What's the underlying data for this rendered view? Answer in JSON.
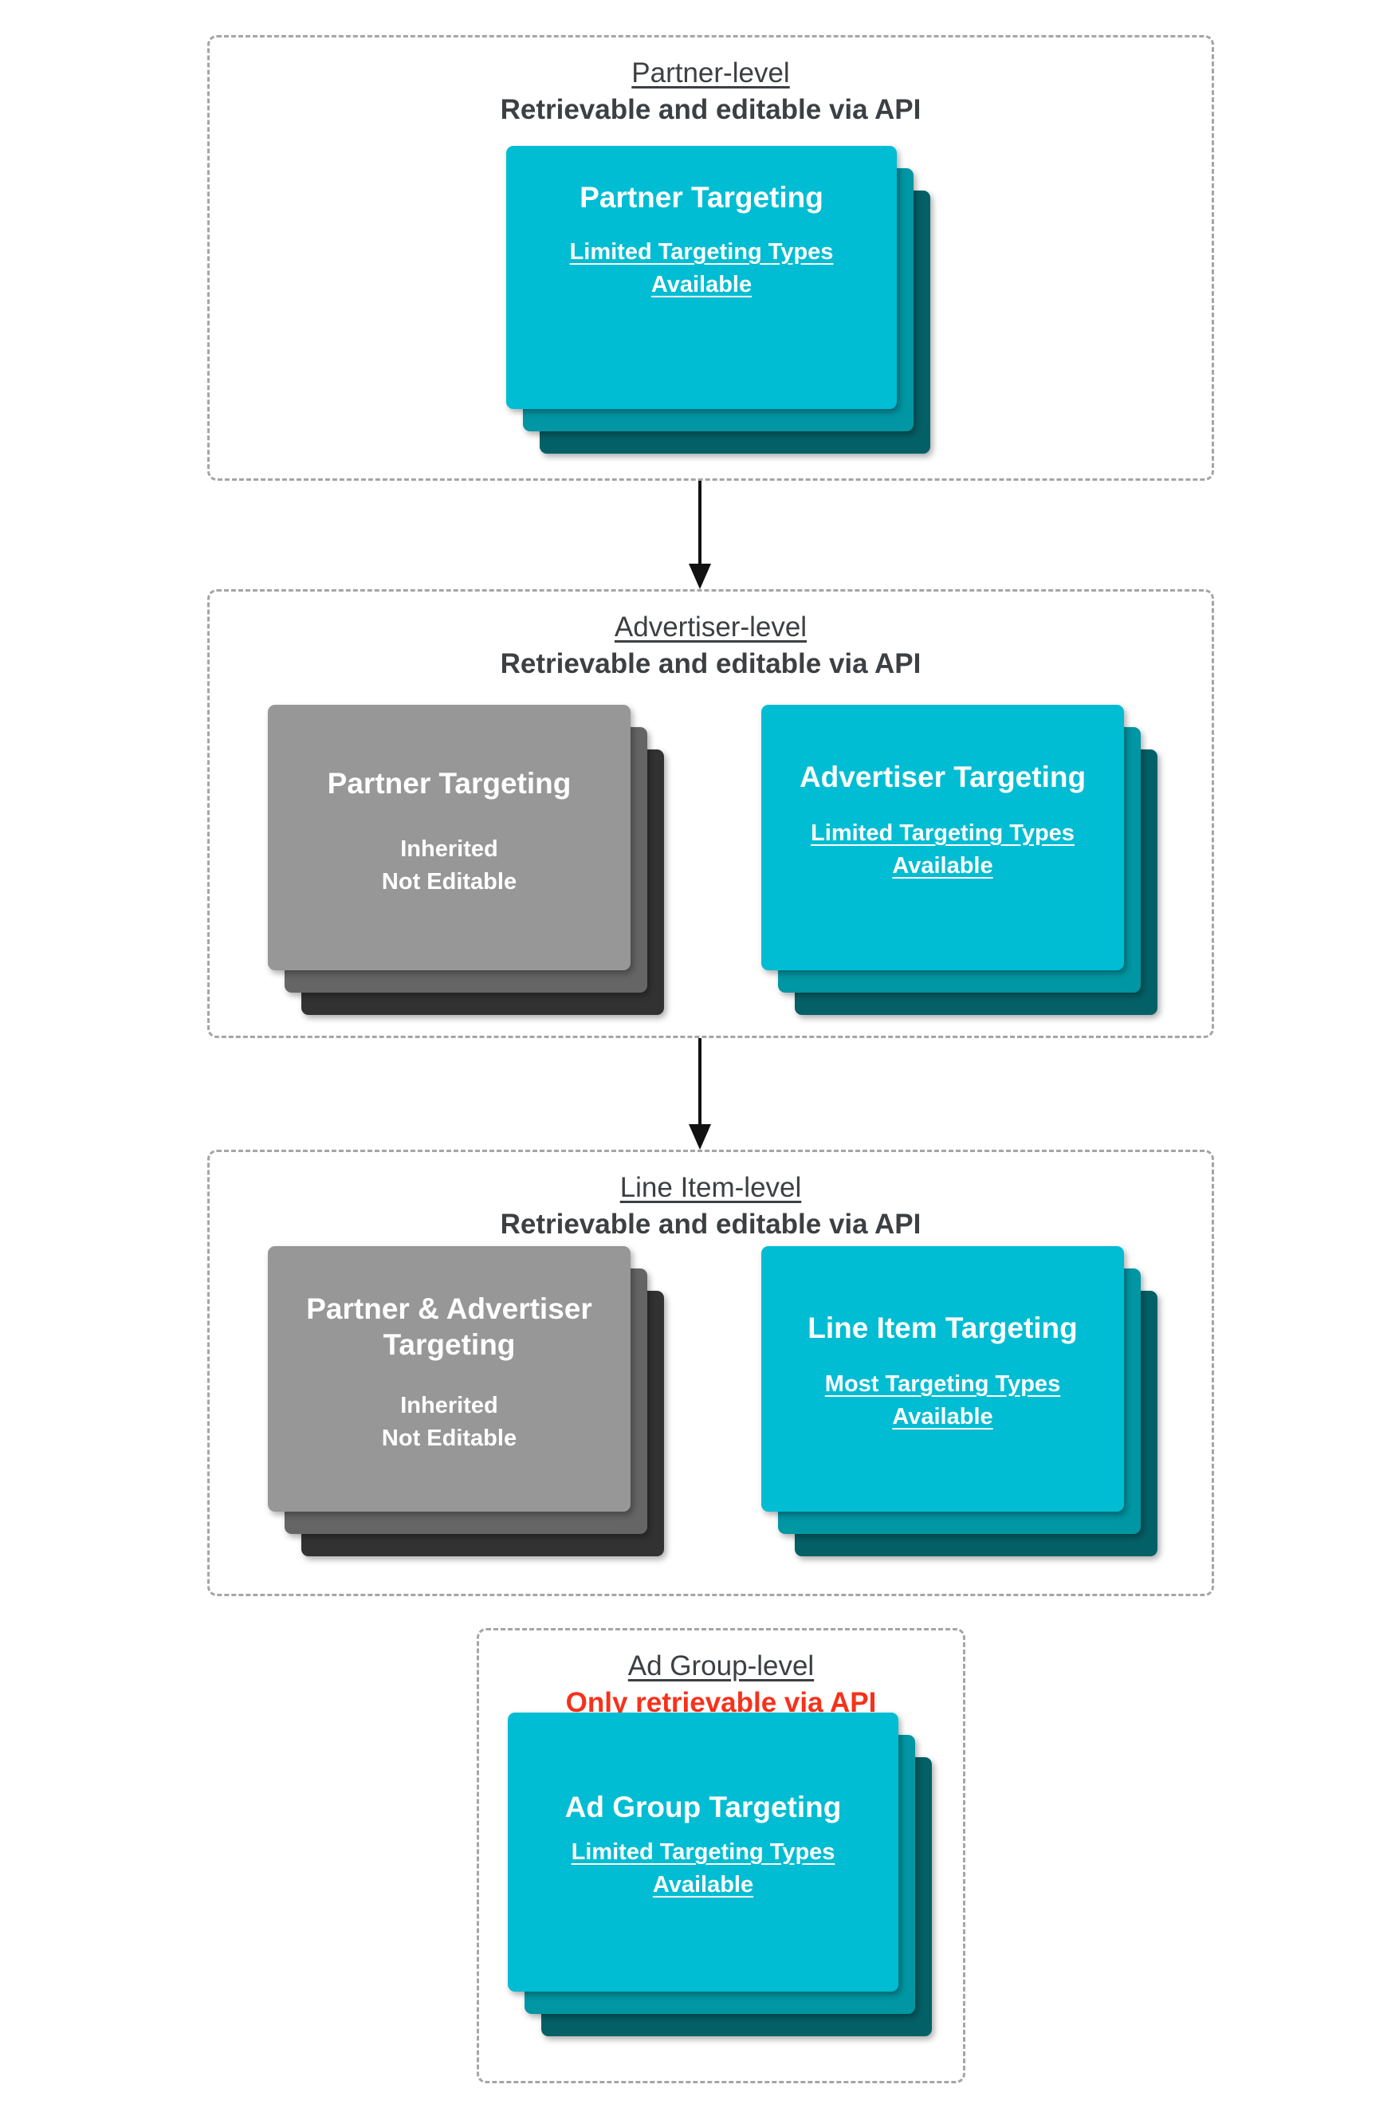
{
  "colors": {
    "teal_front": "#00bdd3",
    "teal_mid": "#0096a3",
    "teal_back": "#046067",
    "gray_front": "#979797",
    "gray_mid": "#656565",
    "gray_back": "#323232",
    "heading_text": "#3d4043",
    "red_accent": "#f5321c",
    "dashed_border": "#a5a5a5",
    "arrow_color": "#111111",
    "card_text": "#ffffff"
  },
  "sections": [
    {
      "title": "Partner-level",
      "subtitle": "Retrievable and editable via API",
      "cards": [
        {
          "variant": "teal",
          "title": "Partner Targeting",
          "lines": [
            "Limited Targeting Types",
            "Available"
          ],
          "underline": true
        }
      ]
    },
    {
      "title": "Advertiser-level",
      "subtitle": "Retrievable and editable via API",
      "cards": [
        {
          "variant": "gray",
          "title": "Partner Targeting",
          "lines": [
            "Inherited",
            "Not Editable"
          ],
          "underline": false
        },
        {
          "variant": "teal",
          "title": "Advertiser Targeting",
          "lines": [
            "Limited Targeting Types",
            "Available"
          ],
          "underline": true
        }
      ]
    },
    {
      "title": "Line Item-level",
      "subtitle": "Retrievable and editable via API",
      "cards": [
        {
          "variant": "gray",
          "title": "Partner & Advertiser Targeting",
          "lines": [
            "Inherited",
            "Not Editable"
          ],
          "underline": false
        },
        {
          "variant": "teal",
          "title": "Line Item Targeting",
          "lines": [
            "Most Targeting Types",
            "Available"
          ],
          "underline": true
        }
      ]
    },
    {
      "title": "Ad Group-level",
      "subtitle": "Only retrievable via API",
      "cards": [
        {
          "variant": "teal",
          "title": "Ad Group Targeting",
          "lines": [
            "Limited Targeting Types",
            "Available"
          ],
          "underline": true
        }
      ]
    }
  ]
}
